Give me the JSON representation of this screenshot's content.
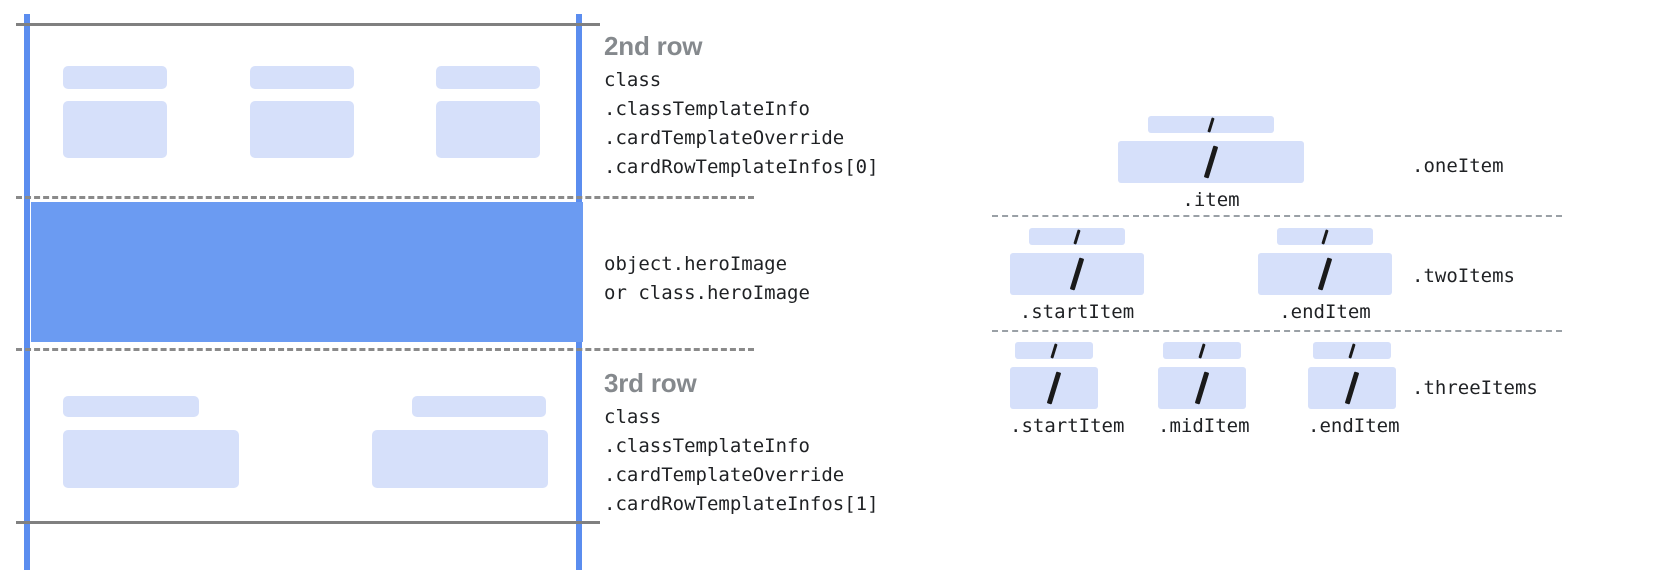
{
  "colors": {
    "hero_blue": "#6B9BF2",
    "placeholder_blue": "#D6E0FA",
    "guide_blue": "#5B8DEF",
    "rule_grey": "#808080",
    "heading_grey": "#85898D",
    "text_black": "#1f2124"
  },
  "left_panel": {
    "row2": {
      "heading": "2nd row",
      "code": "class\n.classTemplateInfo\n.cardTemplateOverride\n.cardRowTemplateInfos[0]"
    },
    "hero": {
      "code": "object.heroImage\nor class.heroImage"
    },
    "row3": {
      "heading": "3rd row",
      "code": "class\n.classTemplateInfo\n.cardTemplateOverride\n.cardRowTemplateInfos[1]"
    }
  },
  "right_panel": {
    "one_item": {
      "variant_label": ".oneItem",
      "cells": [
        {
          "caption": ".item",
          "slash": "/"
        }
      ]
    },
    "two_items": {
      "variant_label": ".twoItems",
      "cells": [
        {
          "caption": ".startItem",
          "slash": "/"
        },
        {
          "caption": ".endItem",
          "slash": "/"
        }
      ]
    },
    "three_items": {
      "variant_label": ".threeItems",
      "cells": [
        {
          "caption": ".startItem",
          "slash": "/"
        },
        {
          "caption": ".midItem",
          "slash": "/"
        },
        {
          "caption": ".endItem",
          "slash": "/"
        }
      ]
    }
  }
}
